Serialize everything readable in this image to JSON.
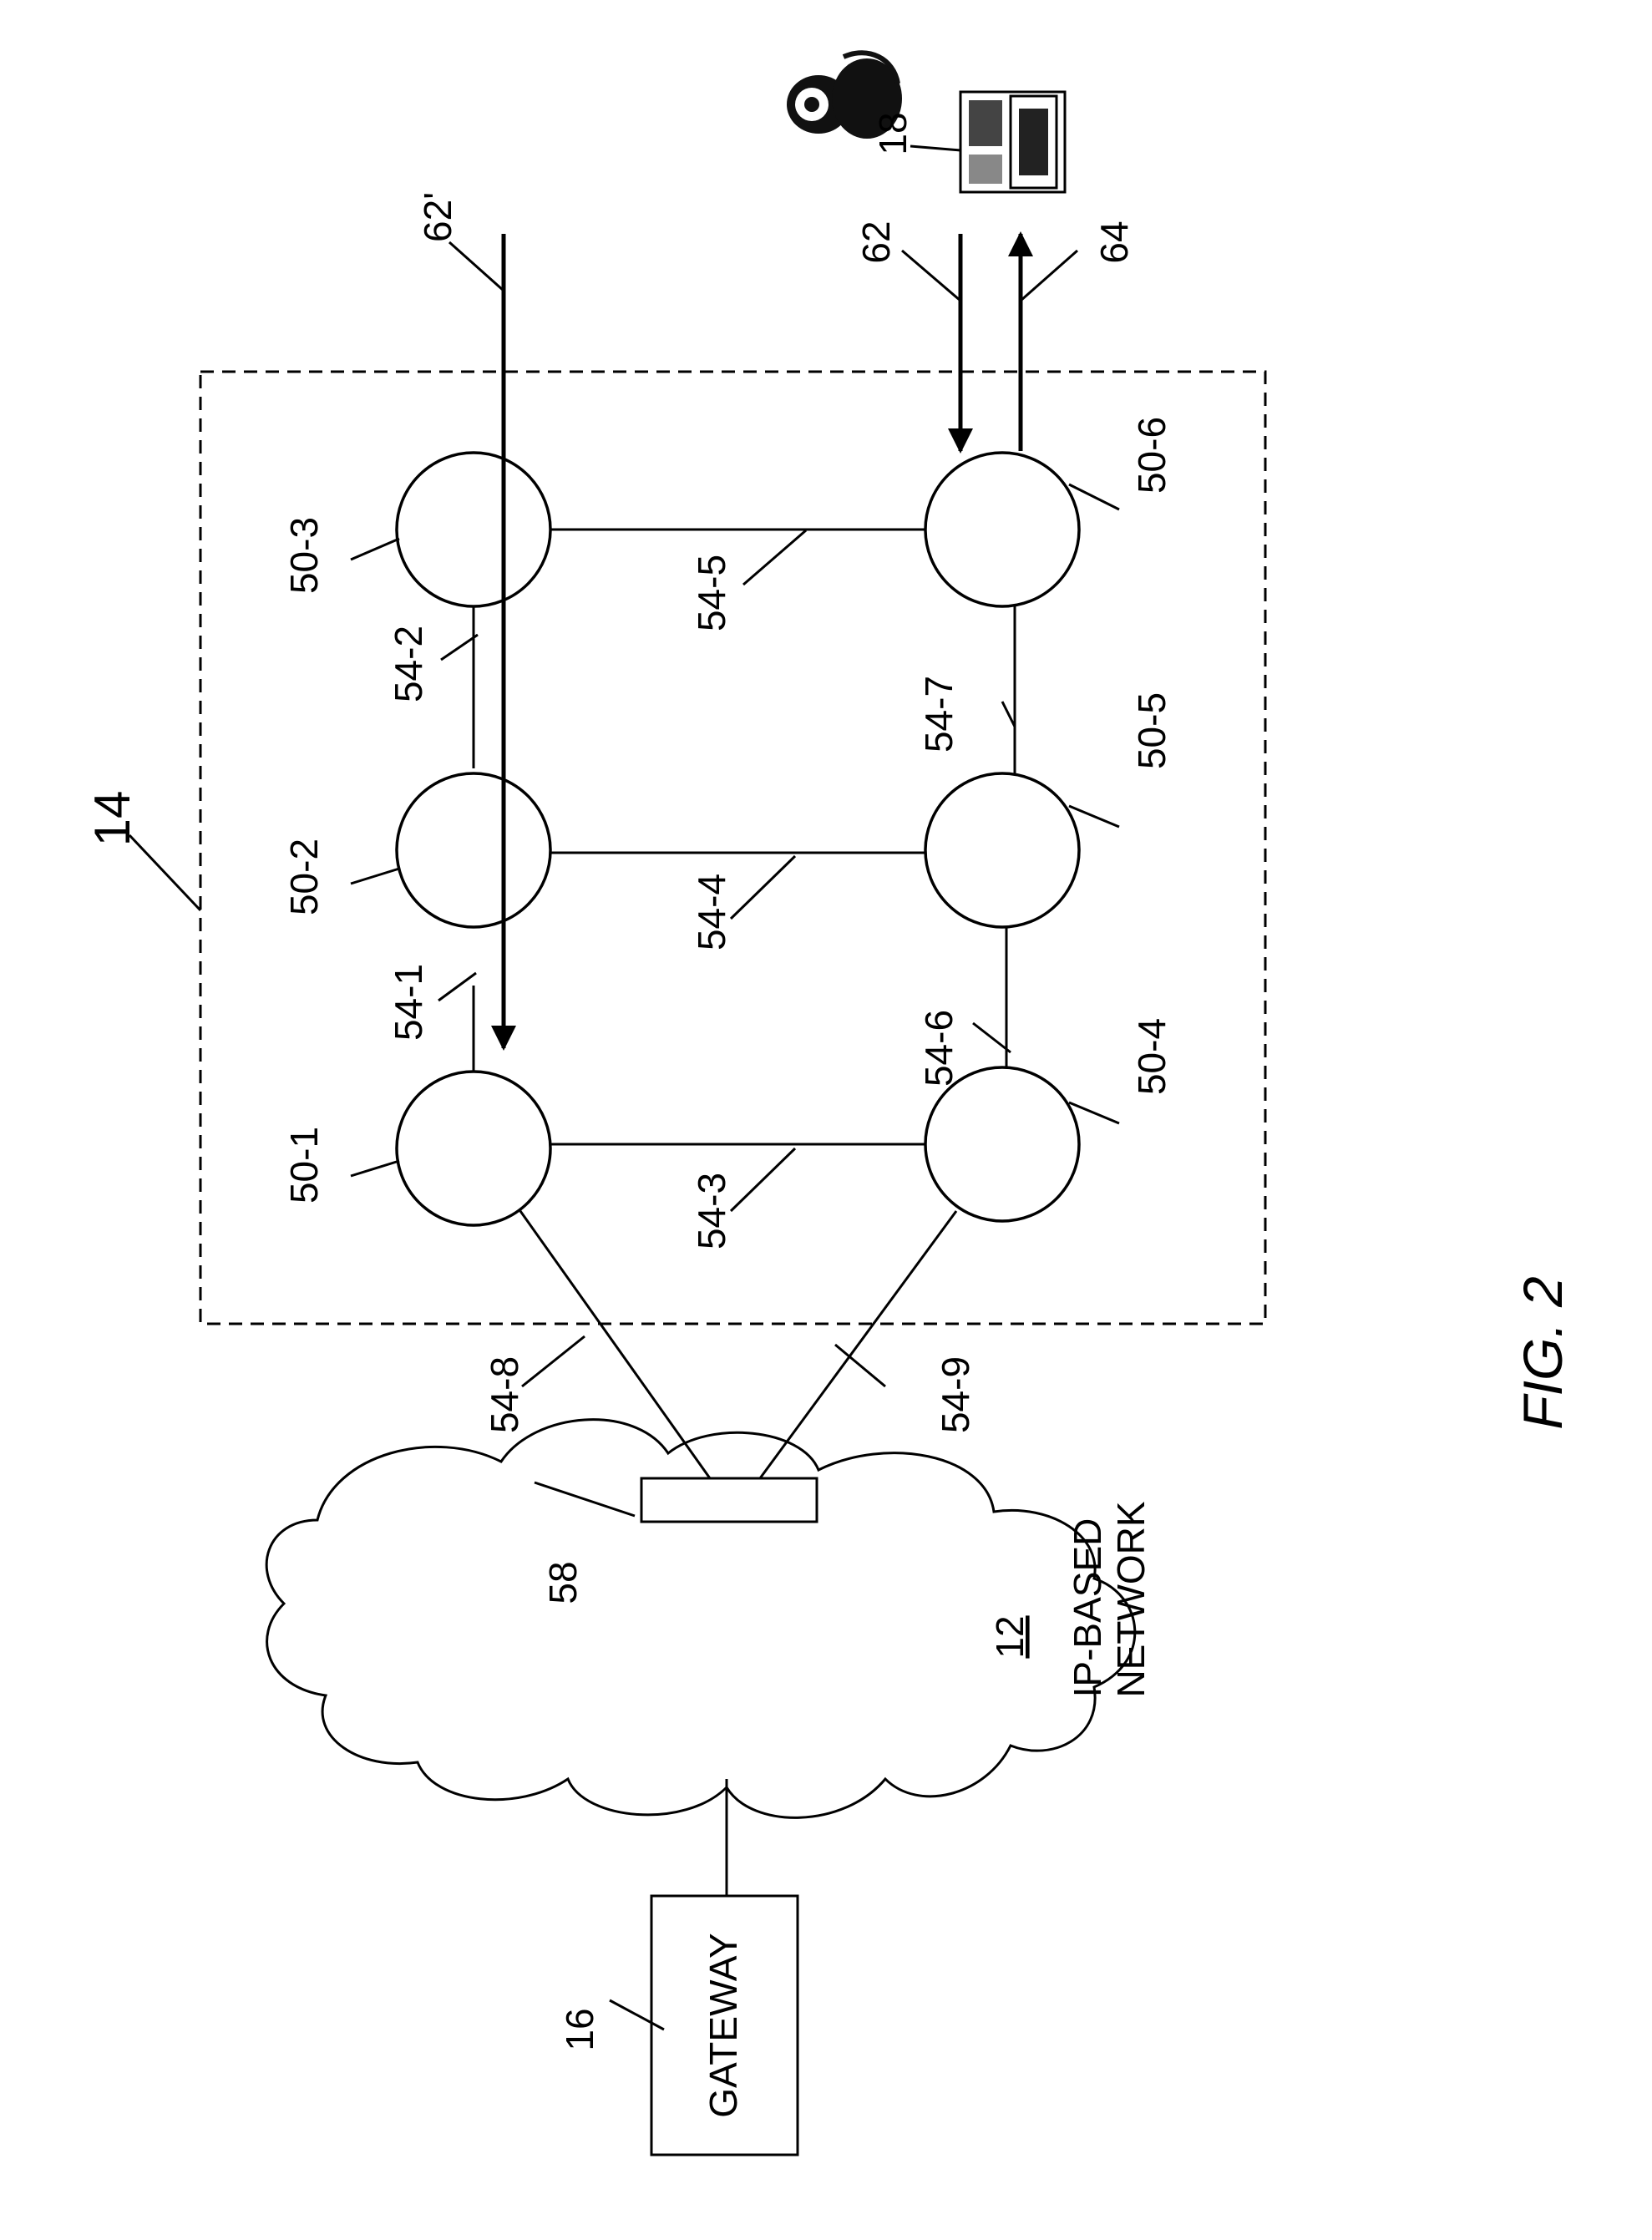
{
  "figure": {
    "caption": "FIG. 2",
    "network_ref": "14",
    "ip_network": {
      "ref": "12",
      "label_line1": "IP-BASED",
      "label_line2": "NETWORK"
    },
    "gateway": {
      "ref": "16",
      "label": "GATEWAY"
    },
    "router_ref": "58",
    "phone_ref": "18",
    "nodes": [
      "50-1",
      "50-2",
      "50-3",
      "50-4",
      "50-5",
      "50-6"
    ],
    "links": [
      "54-1",
      "54-2",
      "54-3",
      "54-4",
      "54-5",
      "54-6",
      "54-7",
      "54-8",
      "54-9"
    ],
    "signals": [
      "62'",
      "62",
      "64"
    ]
  }
}
